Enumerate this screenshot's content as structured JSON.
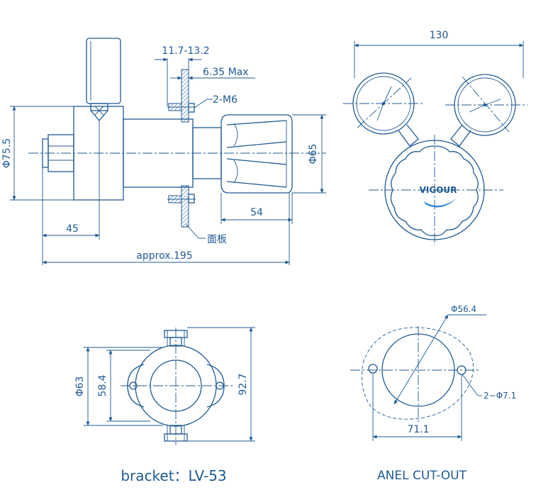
{
  "side_view": {
    "dim_phi_75_5": "Φ75.5",
    "dim_11_7_13_2": "11.7-13.2",
    "dim_6_35_max": "6.35 Max",
    "dim_2_m6": "2-M6",
    "dim_phi_65": "Φ65",
    "dim_54": "54",
    "dim_45": "45",
    "label_panel": "面板",
    "dim_approx_195": "approx.195"
  },
  "front_view": {
    "dim_130": "130",
    "brand_logo": "VIGOUR"
  },
  "bracket_view": {
    "dim_phi_63": "Φ63",
    "dim_58_4": "58.4",
    "dim_92_7": "92.7",
    "caption": "bracket：LV-53"
  },
  "cutout_view": {
    "dim_phi_56_4": "Φ56.4",
    "dim_2_phi_7_1": "2−Φ7.1",
    "dim_71_1": "71.1",
    "caption": "ANEL CUT-OUT"
  },
  "colors": {
    "line": "#1f5a93"
  }
}
